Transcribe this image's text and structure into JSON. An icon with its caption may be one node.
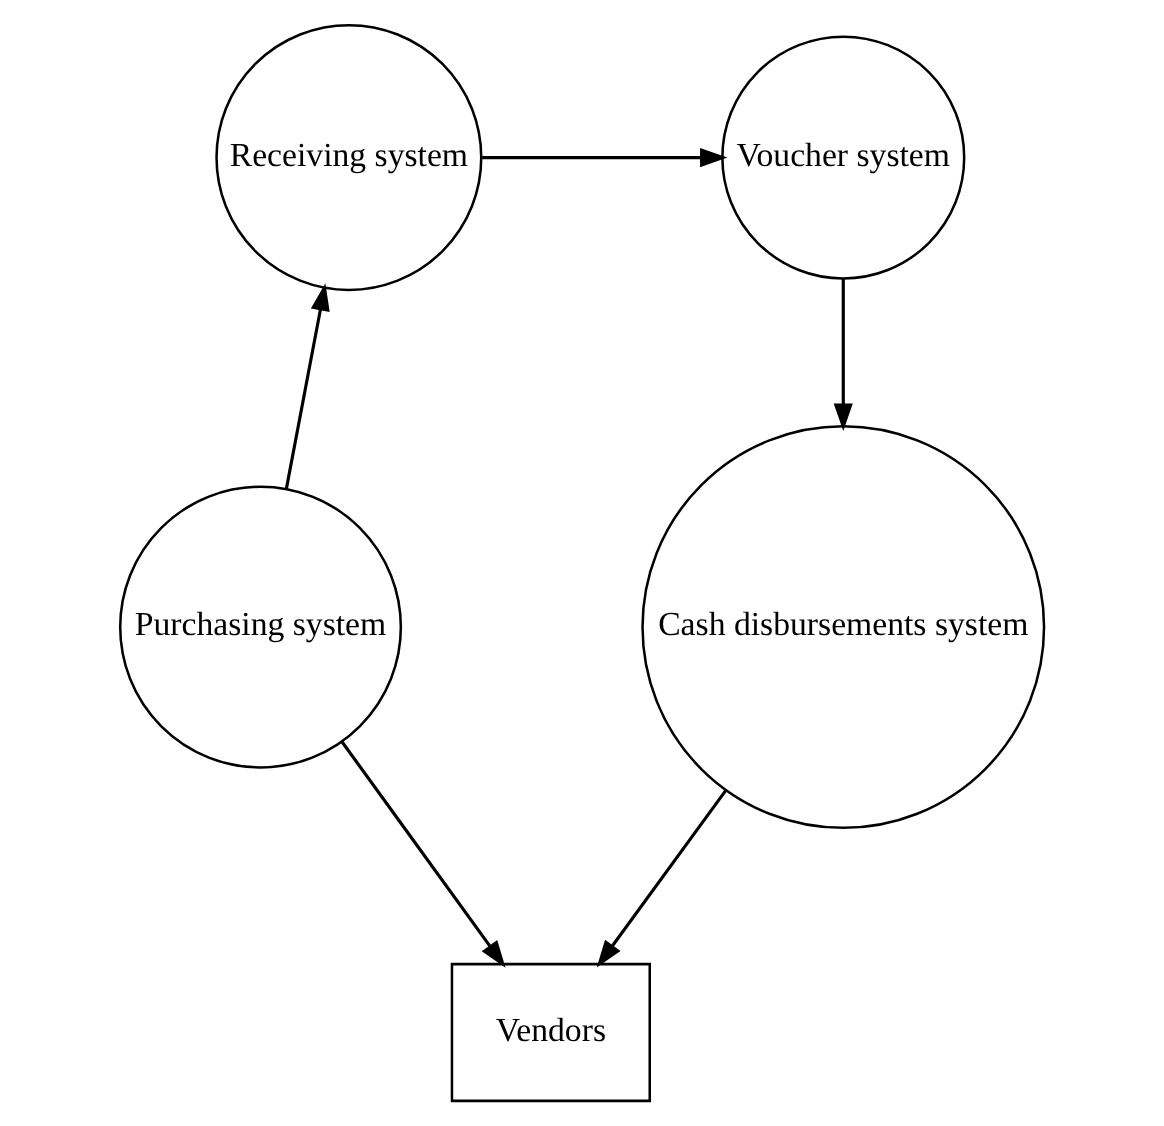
{
  "diagram": {
    "nodes": [
      {
        "text": [
          "Receiving system"
        ]
      },
      {
        "text": [
          "Voucher system"
        ]
      },
      {
        "text": [
          "Purchasing system"
        ]
      },
      {
        "text": [
          "Cash disbursements system"
        ]
      },
      {
        "text": [
          "Vendors"
        ]
      }
    ],
    "edges": [
      {
        "from": 0,
        "to": 1,
        "arrow": "to"
      },
      {
        "from": 1,
        "to": 3,
        "arrow": "to"
      },
      {
        "from": 2,
        "to": 0,
        "arrow": "to"
      },
      {
        "from": 2,
        "to": 4,
        "arrow": "to"
      },
      {
        "from": 3,
        "to": 4,
        "arrow": "to"
      }
    ]
  }
}
